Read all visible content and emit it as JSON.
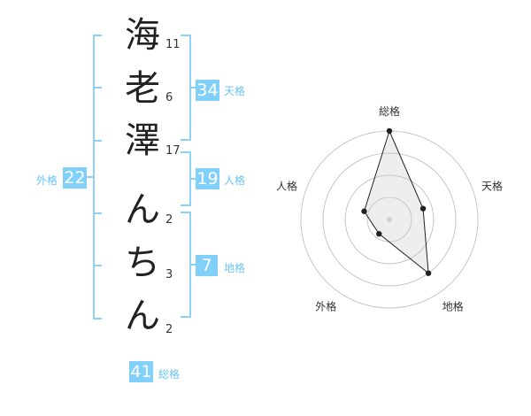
{
  "name": {
    "characters": [
      {
        "char": "海",
        "strokes": "11"
      },
      {
        "char": "老",
        "strokes": "6"
      },
      {
        "char": "澤",
        "strokes": "17"
      },
      {
        "char": "ん",
        "strokes": "2"
      },
      {
        "char": "ち",
        "strokes": "3"
      },
      {
        "char": "ん",
        "strokes": "2"
      }
    ]
  },
  "fortunes": {
    "tenkaku": {
      "label": "天格",
      "value": "34"
    },
    "jinkaku": {
      "label": "人格",
      "value": "19"
    },
    "chikaku": {
      "label": "地格",
      "value": "7"
    },
    "gaikaku": {
      "label": "外格",
      "value": "22"
    },
    "soukaku": {
      "label": "総格",
      "value": "41"
    }
  },
  "colors": {
    "accent": "#81d0f9",
    "label": "#6cc4f4",
    "bracket": "#8dd3f7"
  },
  "chart_data": {
    "type": "radar",
    "axes": [
      "総格",
      "天格",
      "地格",
      "外格",
      "人格"
    ],
    "rmax": 4,
    "rings": 4,
    "values": [
      4,
      1.6,
      3.0,
      0.8,
      1.2
    ]
  }
}
